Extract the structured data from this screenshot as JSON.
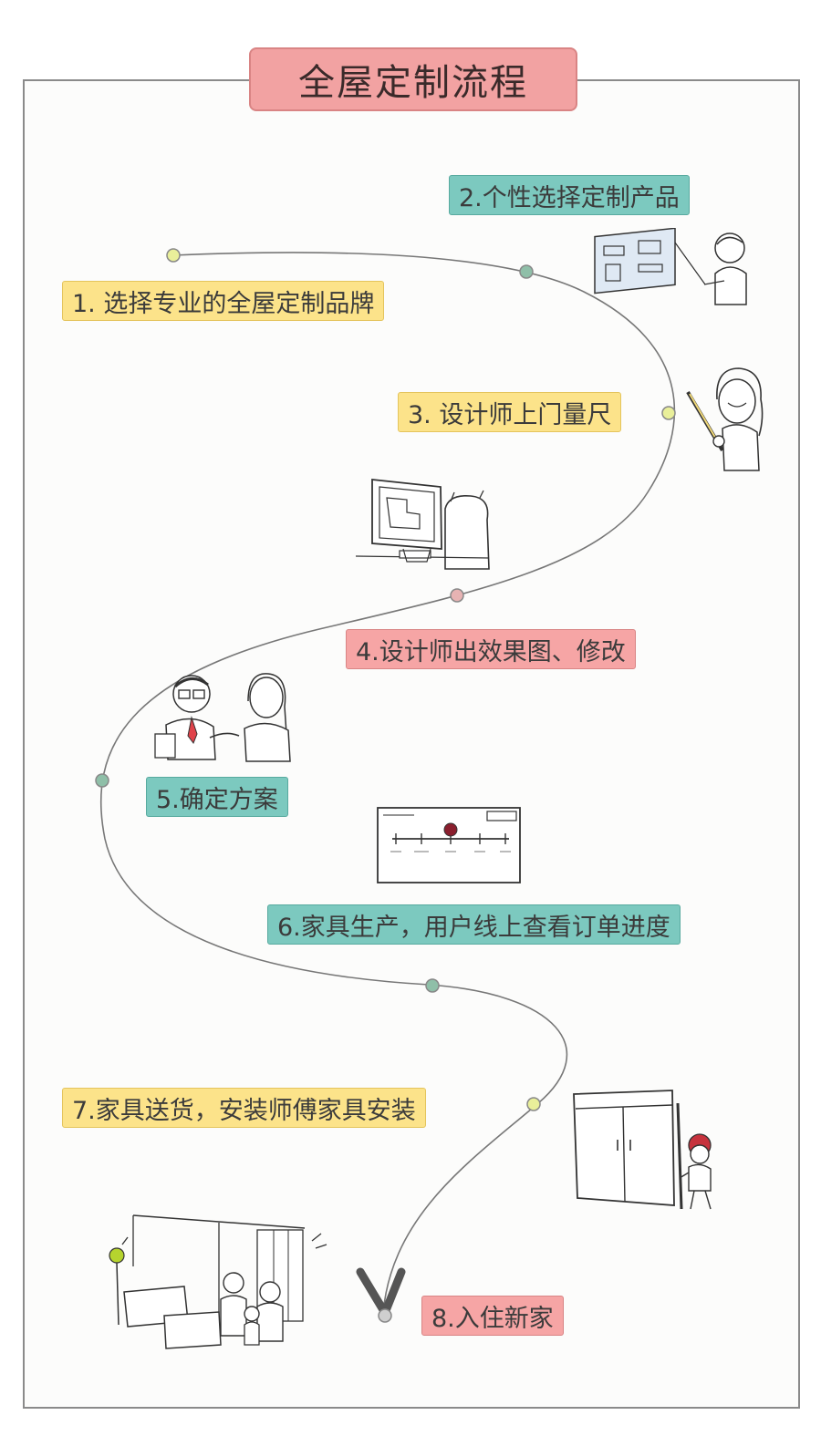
{
  "title": "全屋定制流程",
  "steps": [
    {
      "label": "1. 选择专业的全屋定制品牌"
    },
    {
      "label": "2.个性选择定制产品"
    },
    {
      "label": "3. 设计师上门量尺"
    },
    {
      "label": "4.设计师出效果图、修改"
    },
    {
      "label": "5.确定方案"
    },
    {
      "label": "6.家具生产，用户线上查看订单进度"
    },
    {
      "label": "7.家具送货，安装师傅家具安装"
    },
    {
      "label": "8.入住新家"
    }
  ],
  "colors": {
    "yellow": "#fce38a",
    "teal": "#7cc9bf",
    "pink": "#f6a5a5",
    "title_bg": "#f2a2a2",
    "path": "#777777",
    "dot_yellow": "#e9ef9a",
    "dot_teal": "#8fbfa8",
    "dot_pink": "#e7b3b3"
  },
  "icons": {
    "step2": "product-catalog-sketch-icon",
    "step3": "measuring-designer-sketch-icon",
    "step4": "computer-design-sketch-icon",
    "step5": "handshake-sketch-icon",
    "step6": "order-progress-sketch-icon",
    "step7": "wardrobe-installer-sketch-icon",
    "step8": "family-living-room-sketch-icon"
  }
}
